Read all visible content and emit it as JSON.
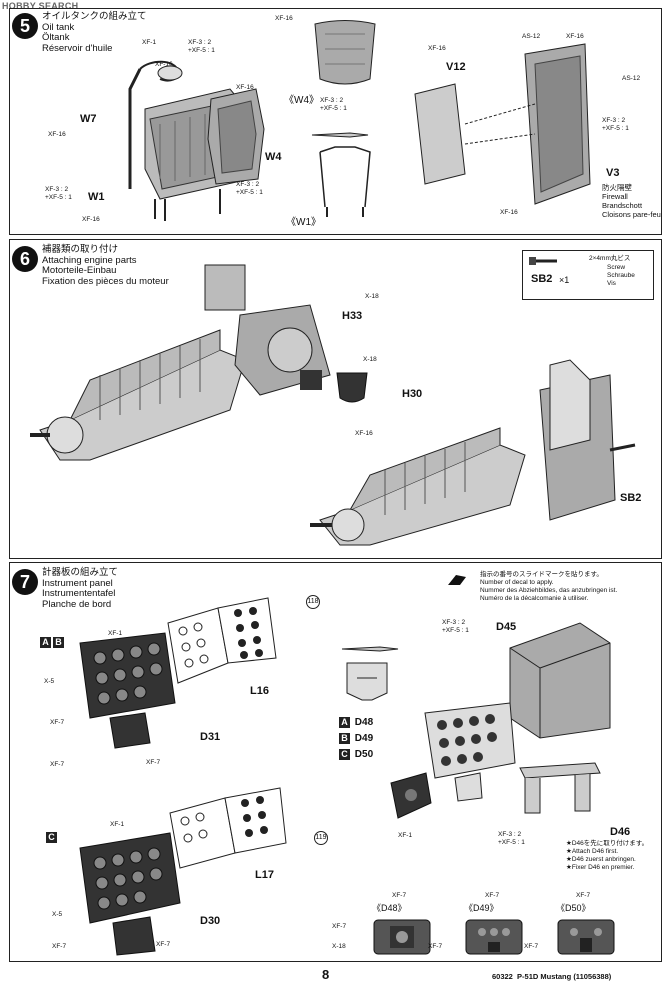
{
  "watermark": "HOBBY SEARCH",
  "step5": {
    "number": "5",
    "title_jp": "オイルタンクの組み立て",
    "title_en": "Oil tank",
    "title_de": "Öltank",
    "title_fr": "Réservoir d'huile",
    "parts": {
      "w7": "W7",
      "w1": "W1",
      "w4": "W4",
      "v12": "V12",
      "v3": "V3",
      "w4_detail": "《W4》",
      "w1_detail": "《W1》"
    },
    "paints": {
      "xf1": "XF-1",
      "xf16_a": "XF-16",
      "xf16_b": "XF-16",
      "xf16_c": "XF-16",
      "xf16_d": "XF-16",
      "xf16_e": "XF-16",
      "xf16_f": "XF-16",
      "xf16_g": "XF-16",
      "xf16_h": "XF-16",
      "mix_a1": "XF-3 : 2",
      "mix_a2": "+XF-5 : 1",
      "mix_b1": "XF-3 : 2",
      "mix_b2": "+XF-5 : 1",
      "mix_c1": "XF-3 : 2",
      "mix_c2": "+XF-5 : 1",
      "mix_d1": "XF-3 : 2",
      "mix_d2": "+XF-5 : 1",
      "mix_e1": "XF-3 : 2",
      "mix_e2": "+XF-5 : 1",
      "as12_a": "AS-12",
      "as12_b": "AS-12"
    },
    "firewall_jp": "防火隔壁",
    "firewall_en": "Firewall",
    "firewall_de": "Brandschott",
    "firewall_fr": "Cloisons pare-feu"
  },
  "step6": {
    "number": "6",
    "title_jp": "補器類の取り付け",
    "title_en": "Attaching engine parts",
    "title_de": "Motorteile-Einbau",
    "title_fr": "Fixation des pièces du moteur",
    "screw_jp": "2×4mm丸ビス",
    "screw_en": "Screw",
    "screw_de": "Schraube",
    "screw_fr": "Vis",
    "screw_code": "SB2",
    "screw_qty": "×1",
    "parts": {
      "h33": "H33",
      "h30": "H30",
      "sb2": "SB2"
    },
    "paints": {
      "x18_a": "X-18",
      "x18_b": "X-18",
      "xf16": "XF-16"
    }
  },
  "step7": {
    "number": "7",
    "title_jp": "計器板の組み立て",
    "title_en": "Instrument panel",
    "title_de": "Instrumententafel",
    "title_fr": "Planche de bord",
    "decal_jp": "指示の番号のスライドマークを貼ります。",
    "decal_en": "Number of decal to apply.",
    "decal_de": "Nummer des Abziehbildes, das anzubringen ist.",
    "decal_fr": "Numéro de la décalcomanie à utiliser.",
    "version_ab_a": "A",
    "version_ab_b": "B",
    "version_c": "C",
    "decal_118": "118",
    "decal_119": "119",
    "parts": {
      "l16": "L16",
      "d31": "D31",
      "l17": "L17",
      "d30": "D30",
      "d45": "D45",
      "d46": "D46",
      "d48_detail": "《D48》",
      "d49_detail": "《D49》",
      "d50_detail": "《D50》"
    },
    "options": [
      {
        "letter": "A",
        "part": "D48"
      },
      {
        "letter": "B",
        "part": "D49"
      },
      {
        "letter": "C",
        "part": "D50"
      }
    ],
    "paints": {
      "xf1_a": "XF-1",
      "x5_a": "X-5",
      "xf7_a": "XF-7",
      "xf7_b": "XF-7",
      "xf7_c": "XF-7",
      "xf1_b": "XF-1",
      "x5_b": "X-5",
      "xf7_d": "XF-7",
      "xf7_e": "XF-7",
      "mix_f1": "XF-3 : 2",
      "mix_f2": "+XF-5 : 1",
      "mix_g1": "XF-3 : 2",
      "mix_g2": "+XF-5 : 1",
      "xf1_c": "XF-1",
      "xf7_f": "XF-7",
      "xf7_g": "XF-7",
      "x18_c": "X-18",
      "xf7_h": "XF-7",
      "xf7_i": "XF-7",
      "xf7_j": "XF-7",
      "xf7_k": "XF-7"
    },
    "note_jp": "★D46を先に取り付けます。",
    "note_en": "★Attach D46 first.",
    "note_de": "★D46 zuerst anbringen.",
    "note_fr": "★Fixer D46 en premier."
  },
  "footer": {
    "page_number": "8",
    "code": "60322",
    "model": "P-51D Mustang",
    "ref": "(11056388)"
  }
}
